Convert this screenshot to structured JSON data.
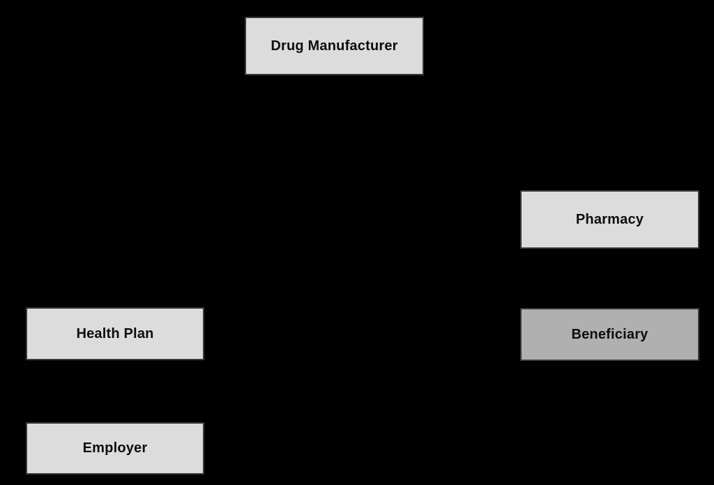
{
  "diagram": {
    "background_color": "#000000",
    "border_color": "#3a3a3a",
    "text_color": "#0d0d0d",
    "nodes": [
      {
        "id": "drug-manufacturer",
        "label": "Drug Manufacturer",
        "fill": "#dcdcdc"
      },
      {
        "id": "pharmacy",
        "label": "Pharmacy",
        "fill": "#dcdcdc"
      },
      {
        "id": "health-plan",
        "label": "Health Plan",
        "fill": "#dcdcdc"
      },
      {
        "id": "beneficiary",
        "label": "Beneficiary",
        "fill": "#b0b0b0"
      },
      {
        "id": "employer",
        "label": "Employer",
        "fill": "#dcdcdc"
      }
    ]
  }
}
